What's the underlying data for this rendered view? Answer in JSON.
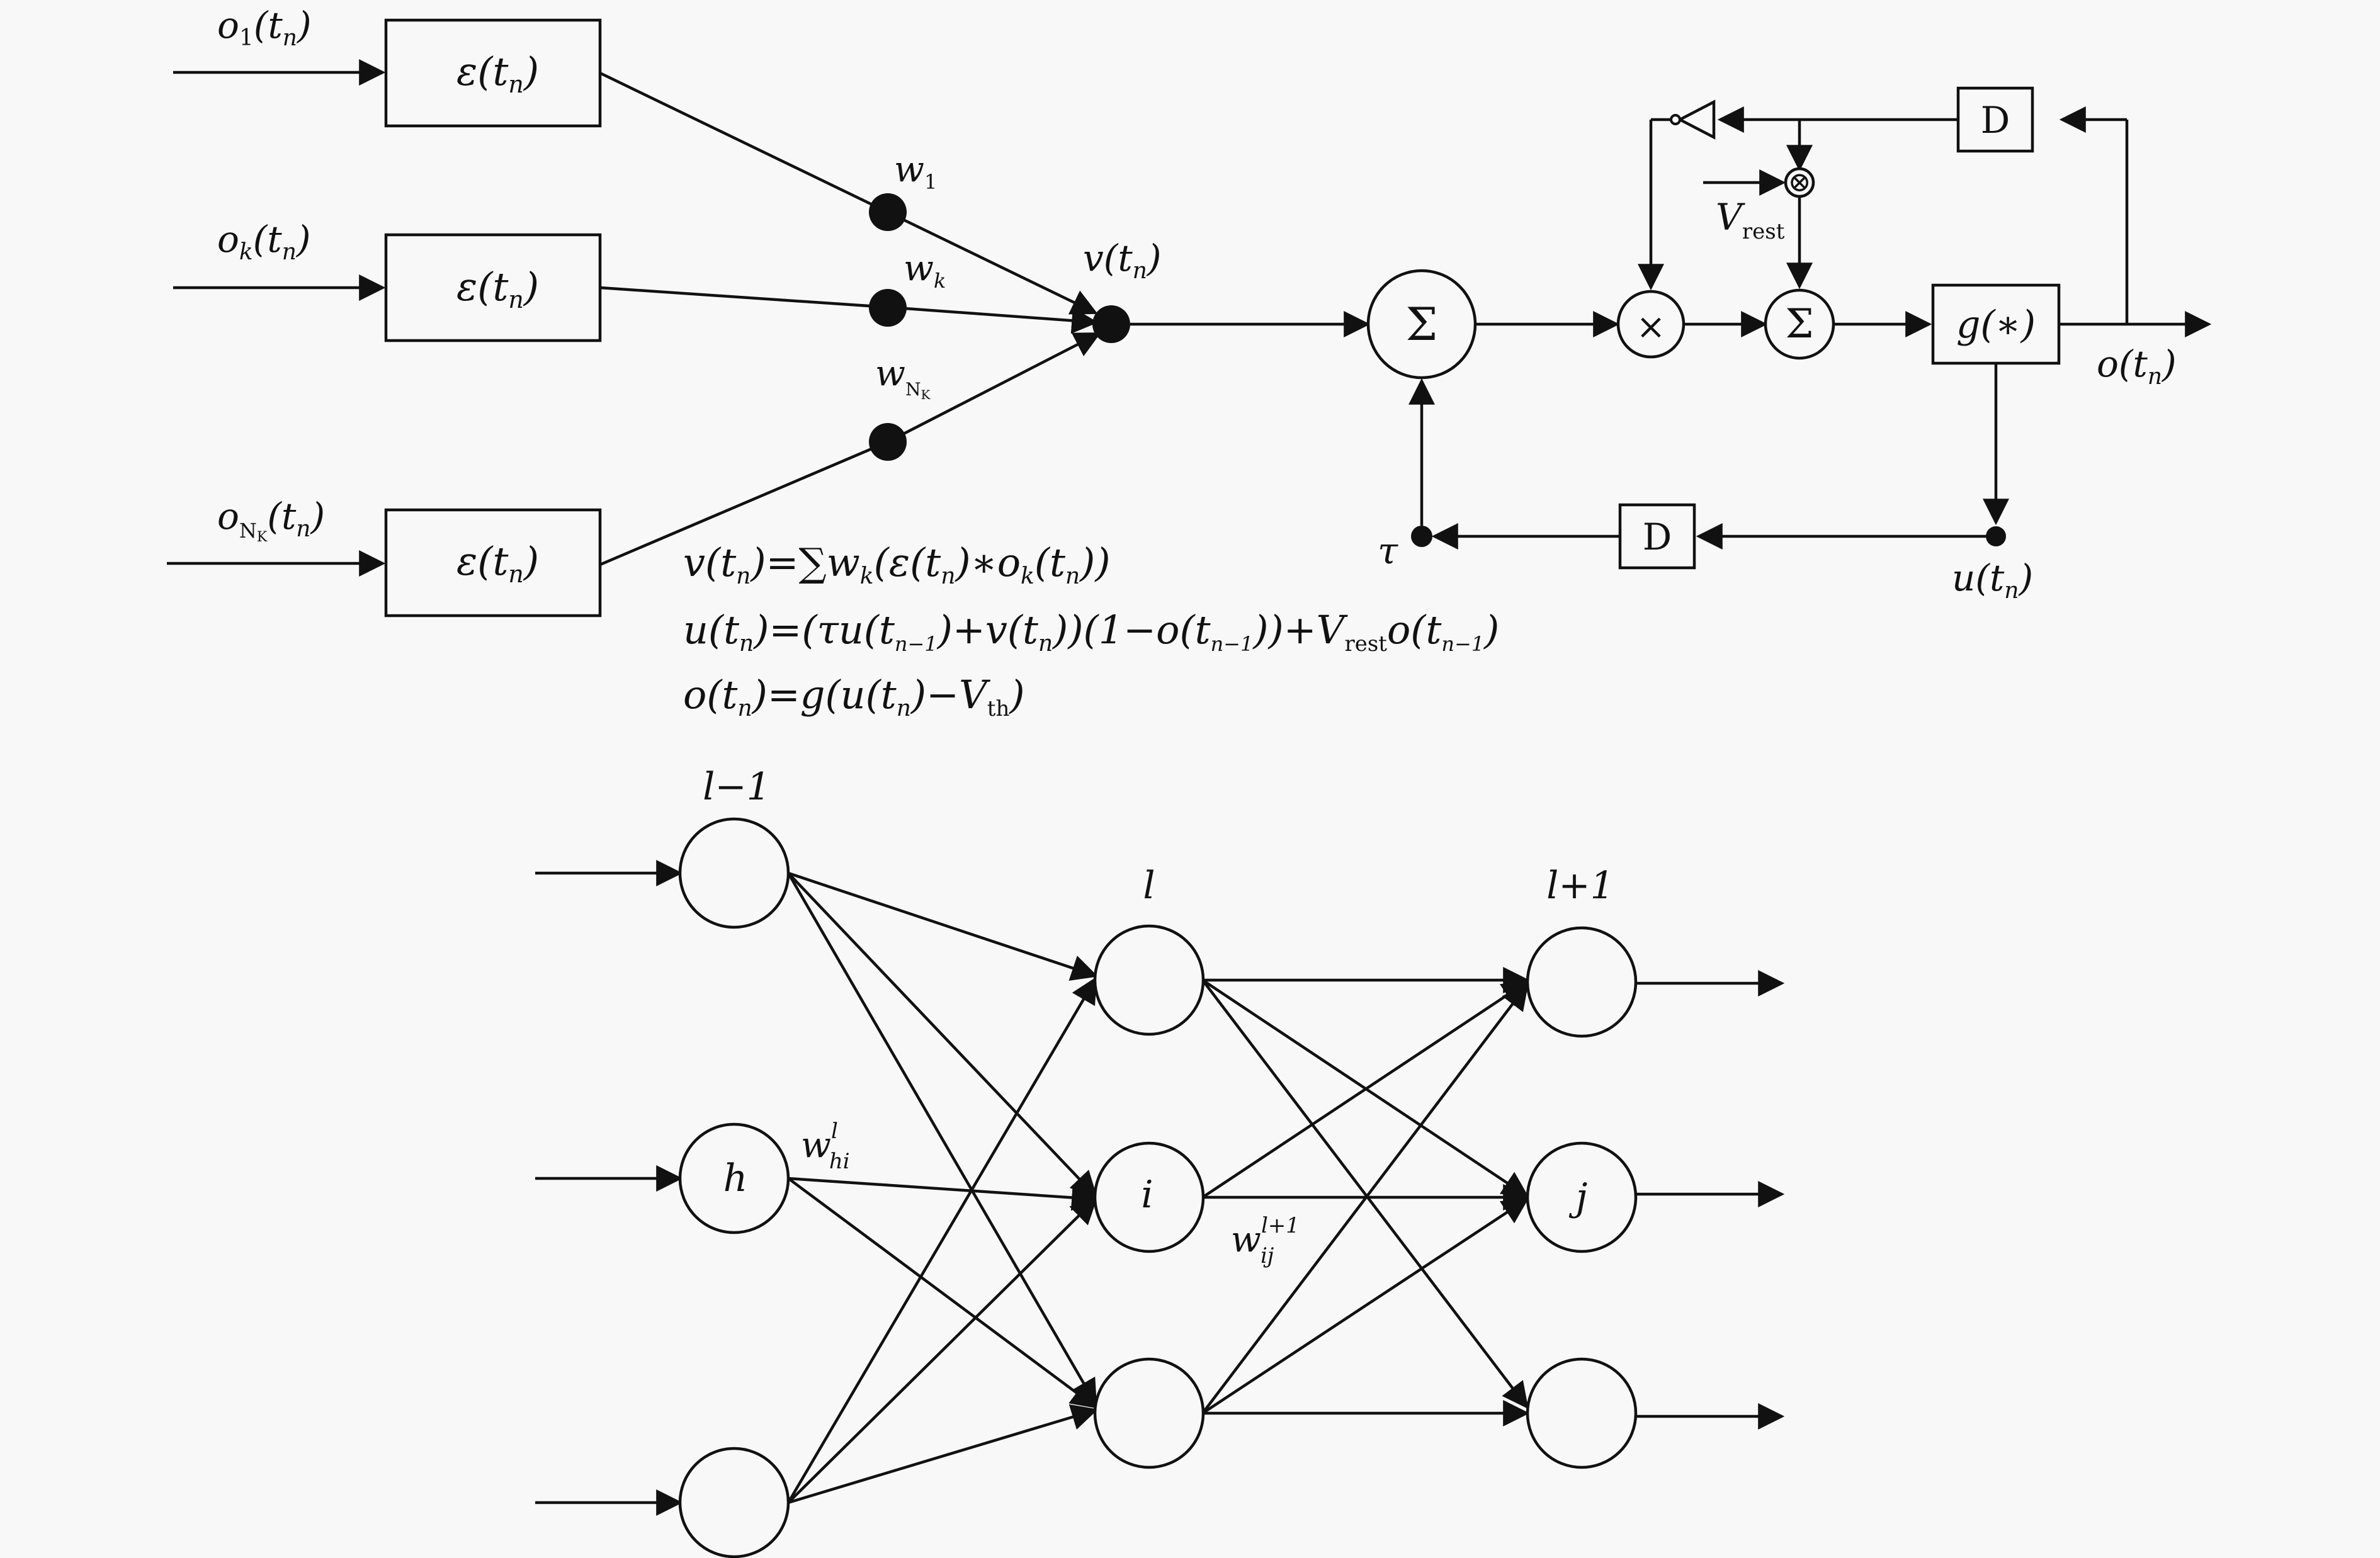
{
  "top": {
    "inputs": [
      {
        "label_main": "o",
        "label_sub": "1",
        "label_arg": "(t",
        "label_arg_sub": "n",
        "label_close": ")"
      },
      {
        "label_main": "o",
        "label_sub": "k",
        "label_arg": "(t",
        "label_arg_sub": "n",
        "label_close": ")"
      },
      {
        "label_main": "o",
        "label_sub": "N",
        "label_sub2": "K",
        "label_arg": "(t",
        "label_arg_sub": "n",
        "label_close": ")"
      }
    ],
    "kernel_box": {
      "main": "ε(t",
      "sub": "n",
      "close": ")"
    },
    "weights": [
      {
        "main": "w",
        "sub": "1"
      },
      {
        "main": "w",
        "sub": "k"
      },
      {
        "main": "w",
        "sub": "N",
        "sub2": "K"
      }
    ],
    "summed": {
      "main": "v(t",
      "sub": "n",
      "close": ")"
    },
    "sum_symbol": "Σ",
    "mult_symbol": "×",
    "sum2_symbol": "Σ",
    "otimes_symbol": "⊗",
    "vrest": {
      "main": "V",
      "sub": "rest"
    },
    "delay_label": "D",
    "g_box": "g(∗)",
    "output": {
      "main": "o(t",
      "sub": "n",
      "close": ")"
    },
    "tau": "τ",
    "u_label": {
      "main": "u(t",
      "sub": "n",
      "close": ")"
    },
    "equations": {
      "eq1": {
        "a": "v(t",
        "a_sub": "n",
        "b": ")=∑w",
        "b_sub": "k",
        "c": "(ε(t",
        "c_sub": "n",
        "d": ")∗o",
        "d_sub": "k",
        "e": "(t",
        "e_sub": "n",
        "f": "))"
      },
      "eq2": {
        "a": "u(t",
        "a_sub": "n",
        "b": ")=(τu(t",
        "b_sub": "n−1",
        "c": ")+v(t",
        "c_sub": "n",
        "d": "))(1−o(t",
        "d_sub": "n−1",
        "e": "))+V",
        "e_sub": "rest",
        "f": "o(t",
        "f_sub": "n−1",
        "g": ")"
      },
      "eq3": {
        "a": "o(t",
        "a_sub": "n",
        "b": ")=g(u(t",
        "b_sub": "n",
        "c": ")−V",
        "c_sub": "th",
        "d": ")"
      }
    }
  },
  "bottom": {
    "layers": {
      "prev": "l−1",
      "cur": "l",
      "next": "l+1"
    },
    "node_labels": {
      "h": "h",
      "i": "i",
      "j": "j"
    },
    "weight_hi": {
      "main": "w",
      "sub": "hi",
      "sup": "l"
    },
    "weight_ij": {
      "main": "w",
      "sub": "ij",
      "sup": "l+1"
    }
  }
}
